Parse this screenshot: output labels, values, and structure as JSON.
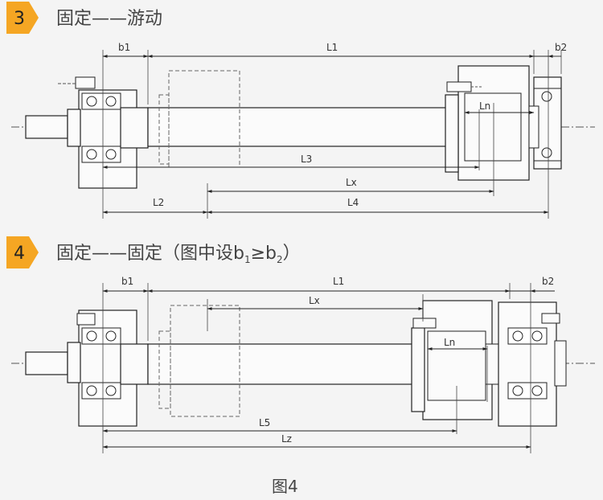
{
  "accent_color": "#f5a623",
  "sections": [
    {
      "number": "3",
      "title": "固定——游动",
      "dims": {
        "b1": "b1",
        "L1": "L1",
        "b2": "b2",
        "Ln": "Ln",
        "L3": "L3",
        "Lx": "Lx",
        "L2": "L2",
        "L4": "L4"
      }
    },
    {
      "number": "4",
      "title": "固定——固定",
      "note_prefix": "（图中设b",
      "note_sub1": "1",
      "note_op": "≥b",
      "note_sub2": "2",
      "note_suffix": "）",
      "dims": {
        "b1": "b1",
        "L1": "L1",
        "b2": "b2",
        "Lx": "Lx",
        "Ln": "Ln",
        "L5": "L5",
        "Lz": "Lz"
      }
    }
  ],
  "caption": "图4"
}
